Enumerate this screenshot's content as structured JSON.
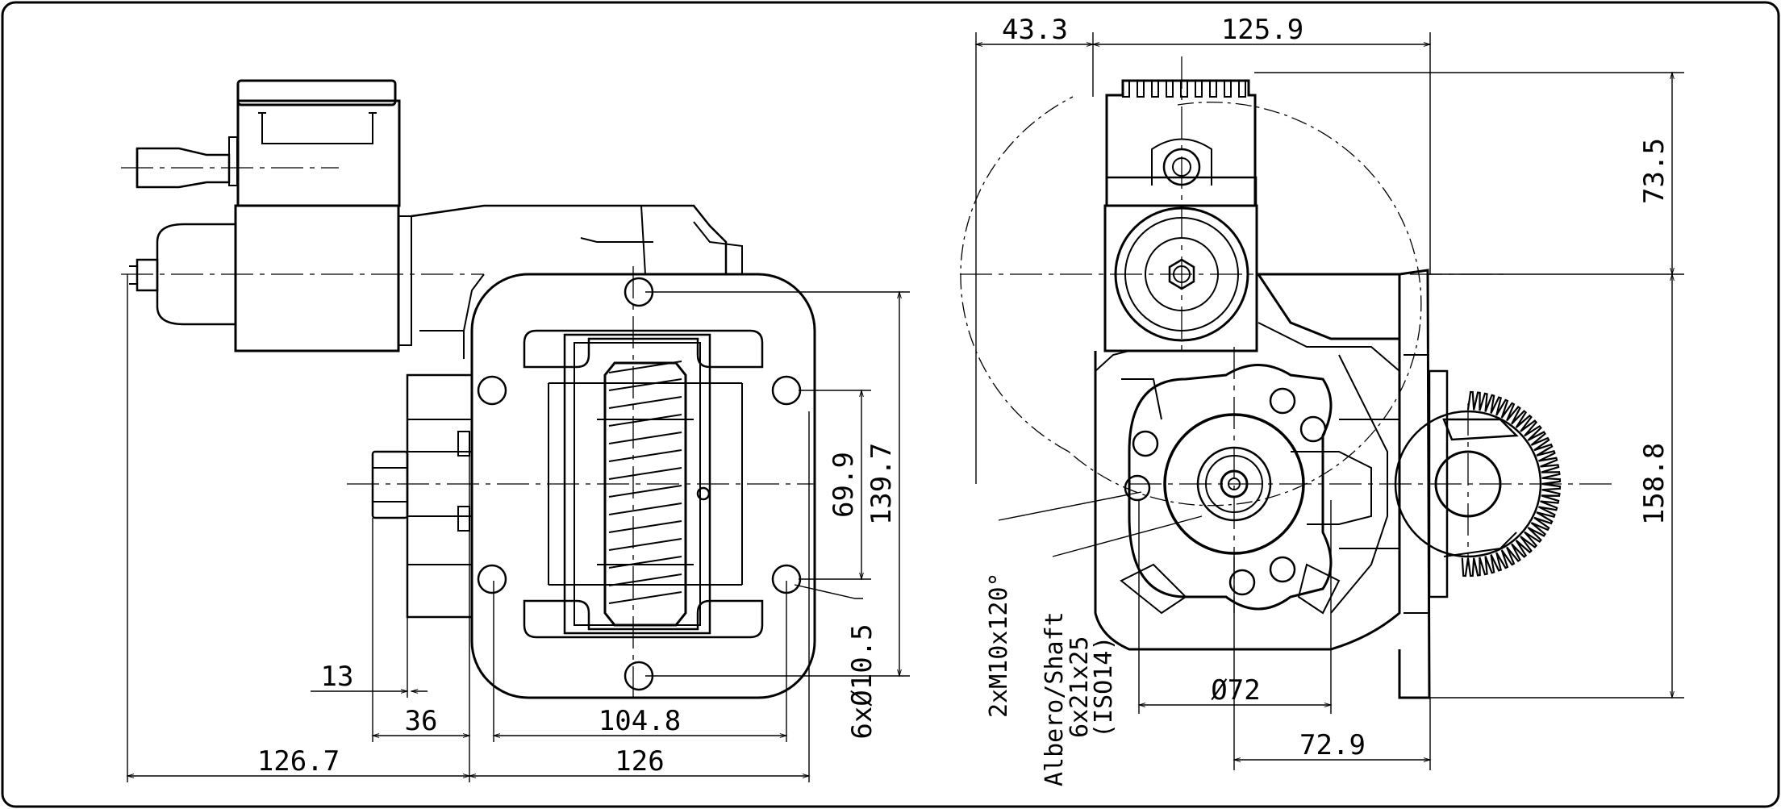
{
  "colors": {
    "line": "#000000",
    "background": "#ffffff"
  },
  "dimensions": {
    "d_13": "13",
    "d_36": "36",
    "d_104_8": "104.8",
    "d_126_7": "126.7",
    "d_126": "126",
    "d_69_9": "69.9",
    "d_139_7": "139.7",
    "d_holes": "6xØ10.5",
    "d_43_3": "43.3",
    "d_125_9": "125.9",
    "d_73_5": "73.5",
    "d_158_8": "158.8",
    "d_72": "Ø72",
    "d_72_9": "72.9"
  },
  "notes": {
    "bolts": "2xM10x120°",
    "shaft_line1": "Albero/Shaft",
    "shaft_line2": "6x21x25",
    "shaft_line3": "(ISO14)"
  }
}
